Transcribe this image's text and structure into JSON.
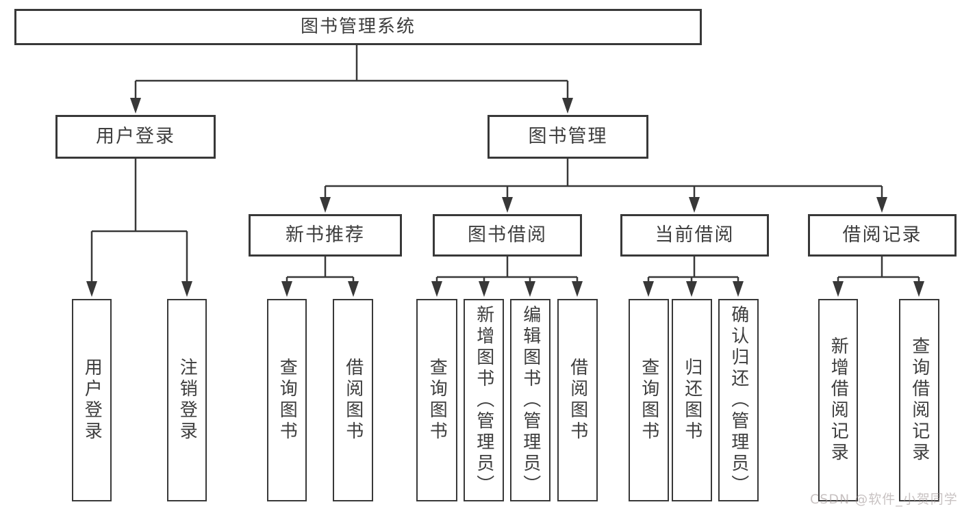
{
  "colors": {
    "line": "#383838",
    "text": "#3d3d3d",
    "watermark": "rgba(155,143,143,0.55)",
    "background": "#ffffff"
  },
  "diagram": {
    "root": {
      "label": "图书管理系统"
    },
    "level2": [
      {
        "label": "用户登录",
        "children": [
          "用户登录",
          "注销登录"
        ]
      },
      {
        "label": "图书管理",
        "sections": [
          {
            "label": "新书推荐",
            "children": [
              "查询图书",
              "借阅图书"
            ]
          },
          {
            "label": "图书借阅",
            "children": [
              "查询图书",
              "新增图书（管理员）",
              "编辑图书（管理员）",
              "借阅图书"
            ]
          },
          {
            "label": "当前借阅",
            "children": [
              "查询图书",
              "归还图书",
              "确认归还（管理员）"
            ]
          },
          {
            "label": "借阅记录",
            "children": [
              "新增借阅记录",
              "查询借阅记录"
            ]
          }
        ]
      }
    ]
  },
  "watermark": {
    "text": "CSDN @软件_小贺同学"
  }
}
